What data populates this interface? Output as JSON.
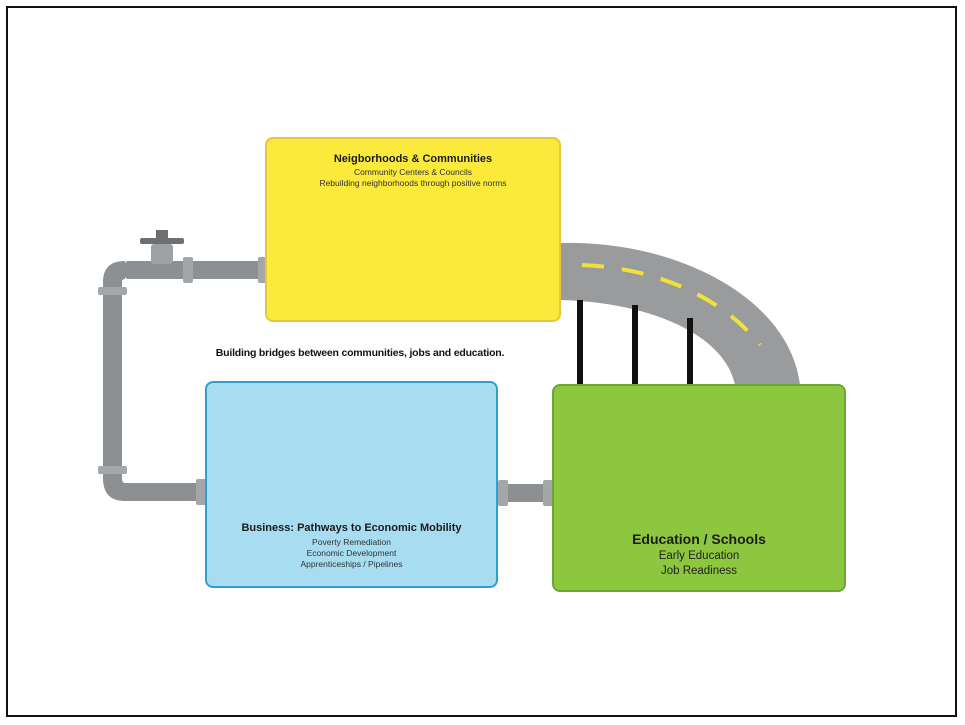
{
  "neighborhoods": {
    "title": "Neigborhoods & Communities",
    "lines": [
      "Community Centers & Councils",
      "Rebuilding neighborhoods through positive norms"
    ]
  },
  "tagline": "Building bridges between communities, jobs and education.",
  "business": {
    "title": "Business: Pathways to Economic Mobility",
    "lines": [
      "Poverty Remediation",
      "Economic Development",
      "Apprenticeships / Pipelines"
    ]
  },
  "education": {
    "title": "Education / Schools",
    "lines": [
      "Early Education",
      "Job Readiness"
    ]
  },
  "icons": [
    "pipe-icon",
    "valve-icon",
    "houses-icon",
    "office-building-icon",
    "tools-icon",
    "school-icon",
    "road-bridge-icon"
  ],
  "colors": {
    "yellow_card": "#fbe93c",
    "blue_card": "#a7dcf1",
    "green_card": "#8dc63f",
    "pipe": "#8d9093",
    "road": "#9a9b9d",
    "road_lines": "#f1e23a"
  }
}
